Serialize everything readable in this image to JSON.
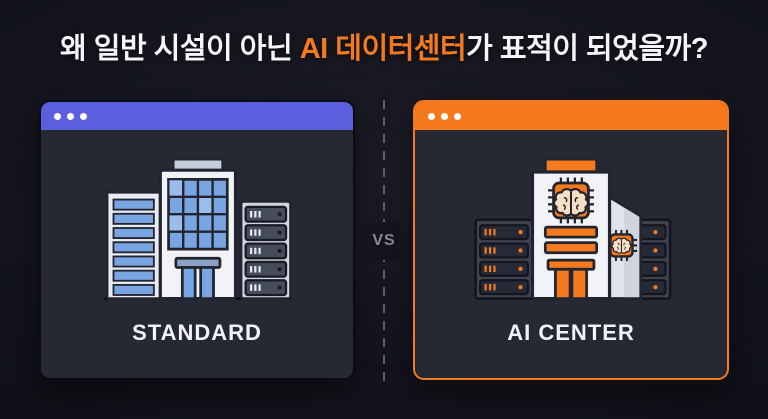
{
  "title": {
    "prefix": "왜 일반 시설이 아닌 ",
    "highlight": "AI 데이터센터",
    "suffix": "가 표적이 되었을까?"
  },
  "divider": {
    "vs_label": "VS"
  },
  "cards": [
    {
      "id": "standard",
      "label": "STANDARD",
      "header_color": "#5a5fdd",
      "window_dots": 3,
      "icon": "office-building-with-server-tower"
    },
    {
      "id": "ai-center",
      "label": "AI CENTER",
      "header_color": "#f5791d",
      "window_dots": 3,
      "icon": "ai-datacenter-building-with-brain-chips"
    }
  ],
  "colors": {
    "background": "#14151d",
    "card_background": "#262934",
    "standard_header_indigo": "#5a5fdd",
    "ai_header_orange": "#f5791d",
    "window_blue": "#7aa5e3",
    "title_text": "#ffffff",
    "vs_text": "#888c98"
  }
}
